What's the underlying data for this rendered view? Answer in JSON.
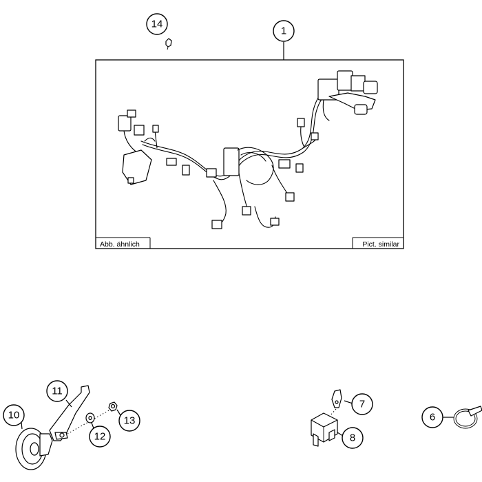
{
  "callouts": [
    {
      "id": "callout-1",
      "label": "1"
    },
    {
      "id": "callout-6",
      "label": "6"
    },
    {
      "id": "callout-7",
      "label": "7"
    },
    {
      "id": "callout-8",
      "label": "8"
    },
    {
      "id": "callout-10",
      "label": "10"
    },
    {
      "id": "callout-11",
      "label": "11"
    },
    {
      "id": "callout-12",
      "label": "12"
    },
    {
      "id": "callout-13",
      "label": "13"
    },
    {
      "id": "callout-14",
      "label": "14"
    }
  ],
  "box": {
    "label_left": "Abb. ähnlich",
    "label_right": "Pict. similar"
  }
}
